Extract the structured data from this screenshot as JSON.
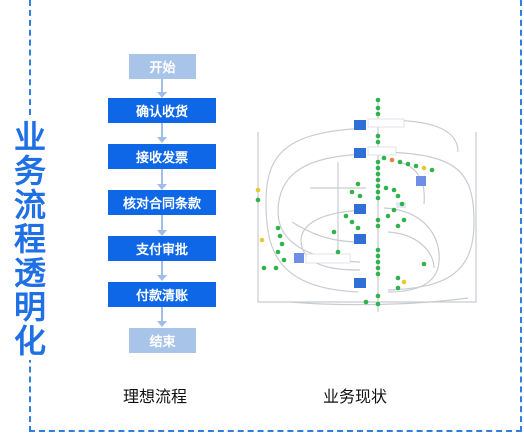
{
  "side_title": [
    "业",
    "务",
    "流",
    "程",
    "透",
    "明",
    "化"
  ],
  "ideal_flow": {
    "start": "开始",
    "steps": [
      "确认收货",
      "接收发票",
      "核对合同条款",
      "支付审批",
      "付款清账"
    ],
    "end": "结束",
    "caption": "理想流程"
  },
  "current_state": {
    "caption": "业务现状",
    "colors": {
      "node_green": "#2db34a",
      "node_yellow": "#e8c92c",
      "node_orange": "#f0813a",
      "box_blue": "#2f6fd6",
      "line_gray": "#c9ccd2"
    }
  },
  "colors": {
    "accent": "#1f6fe5",
    "step_blue": "#0d67e6",
    "terminal_blue": "#a9c4e9"
  }
}
